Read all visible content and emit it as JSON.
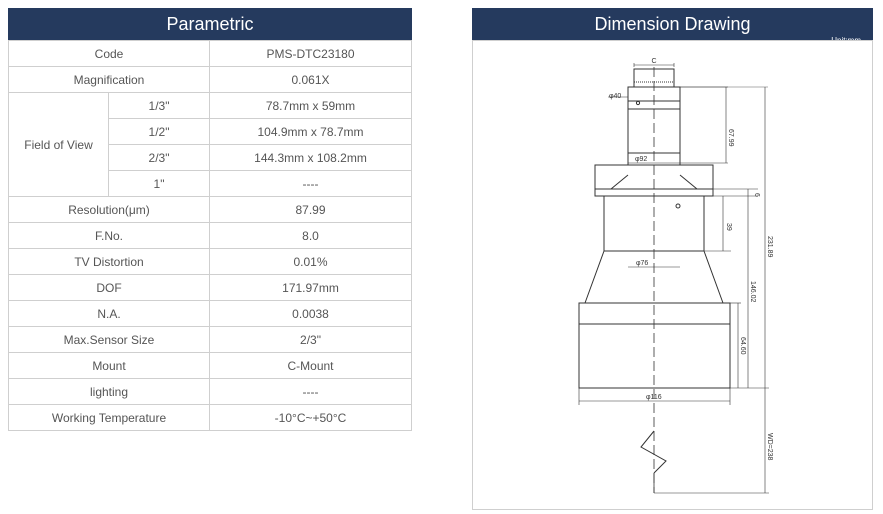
{
  "param": {
    "title": "Parametric",
    "rows": {
      "code": {
        "label": "Code",
        "value": "PMS-DTC23180"
      },
      "magnification": {
        "label": "Magnification",
        "value": "0.061X"
      },
      "fov": {
        "label": "Field of View",
        "sub": [
          {
            "size": "1/3\"",
            "value": "78.7mm x 59mm"
          },
          {
            "size": "1/2\"",
            "value": "104.9mm x 78.7mm"
          },
          {
            "size": "2/3\"",
            "value": "144.3mm x 108.2mm"
          },
          {
            "size": "1\"",
            "value": "----"
          }
        ]
      },
      "resolution": {
        "label": "Resolution(μm)",
        "value": "87.99"
      },
      "fno": {
        "label": "F.No.",
        "value": "8.0"
      },
      "tv_distortion": {
        "label": "TV Distortion",
        "value": "0.01%"
      },
      "dof": {
        "label": "DOF",
        "value": "171.97mm"
      },
      "na": {
        "label": "N.A.",
        "value": "0.0038"
      },
      "max_sensor": {
        "label": "Max.Sensor Size",
        "value": "2/3\""
      },
      "mount": {
        "label": "Mount",
        "value": "C-Mount"
      },
      "lighting": {
        "label": "lighting",
        "value": "----"
      },
      "working_temp": {
        "label": "Working Temperature",
        "value": "-10°C~+50°C"
      }
    }
  },
  "drawing": {
    "title": "Dimension Drawing",
    "unit": "Unit:mm",
    "labels": {
      "c": "C",
      "d40": "φ40",
      "d92": "φ92",
      "d76": "φ76",
      "d116": "φ116",
      "h6799": "67.99",
      "h6": "6",
      "h39": "39",
      "h23189": "231.89",
      "h14602": "146.02",
      "h6460": "64.60",
      "wd": "WD=238"
    }
  }
}
